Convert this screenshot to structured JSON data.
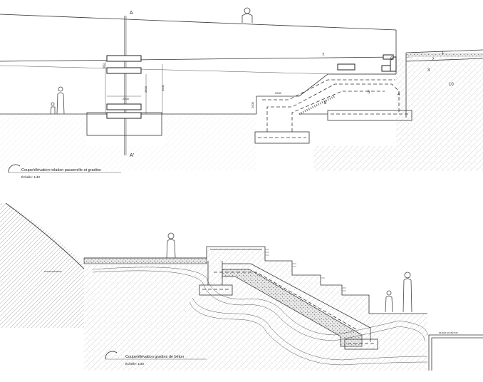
{
  "section_1": {
    "caption": "Coupe/élévation relation passerelle et gradins",
    "scale": "Échelle: 1/40",
    "cut_mark_top": "A",
    "cut_mark_bottom": "A'",
    "dimensions": [
      "2000",
      "2500",
      "3000",
      "2000",
      "2000",
      "500",
      "600"
    ],
    "labels": [
      "1",
      "2",
      "3",
      "4",
      "5",
      "6",
      "7",
      "8",
      "10"
    ]
  },
  "section_2": {
    "caption": "Coupe/élévation gradins de béton",
    "scale": "Échelle: 1/30",
    "wall_label": "PALISSADE BOIS",
    "corner_label": "MURET EN BÉTON"
  }
}
